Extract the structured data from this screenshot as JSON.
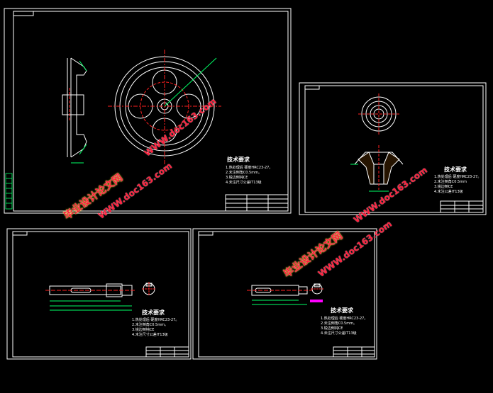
{
  "watermarks": {
    "site_text": "WWW.doc163.com",
    "cn_text": "毕业设计论文网"
  },
  "sheets": [
    {
      "id": "gear-sheet",
      "tech_title": "技术要求",
      "notes": [
        "1.热处理后 硬度HRC23-27。",
        "2.未注倒角C0.5mm。",
        "3.锐边倒钝CE",
        "4.未注尺寸公差IT13级"
      ]
    },
    {
      "id": "pinion-sheet",
      "tech_title": "技术要求",
      "notes": [
        "1.热处理后 硬度HRC23-27。",
        "2.未注倒角C0.5mm",
        "3.锐边倒CE",
        "4.未注公差IT13级"
      ]
    },
    {
      "id": "shaft1-sheet",
      "tech_title": "技术要求",
      "notes": [
        "1.热处理后 硬度HRC23-27。",
        "2.未注倒角C0.5mm。",
        "3.锐边倒钝CE",
        "4.未注尺寸公差IT13级"
      ]
    },
    {
      "id": "shaft2-sheet",
      "tech_title": "技术要求",
      "notes": [
        "1.热处理后 硬度HRC23-27。",
        "2.未注倒角C0.5mm。",
        "3.锐边倒钝CE",
        "4.未注尺寸公差IT13级"
      ]
    }
  ],
  "colors": {
    "frame": "#ffffff",
    "centerline": "#ff2020",
    "dimension": "#00ff66",
    "watermark": "#ff1e3c",
    "tag": "#ff00ff"
  }
}
